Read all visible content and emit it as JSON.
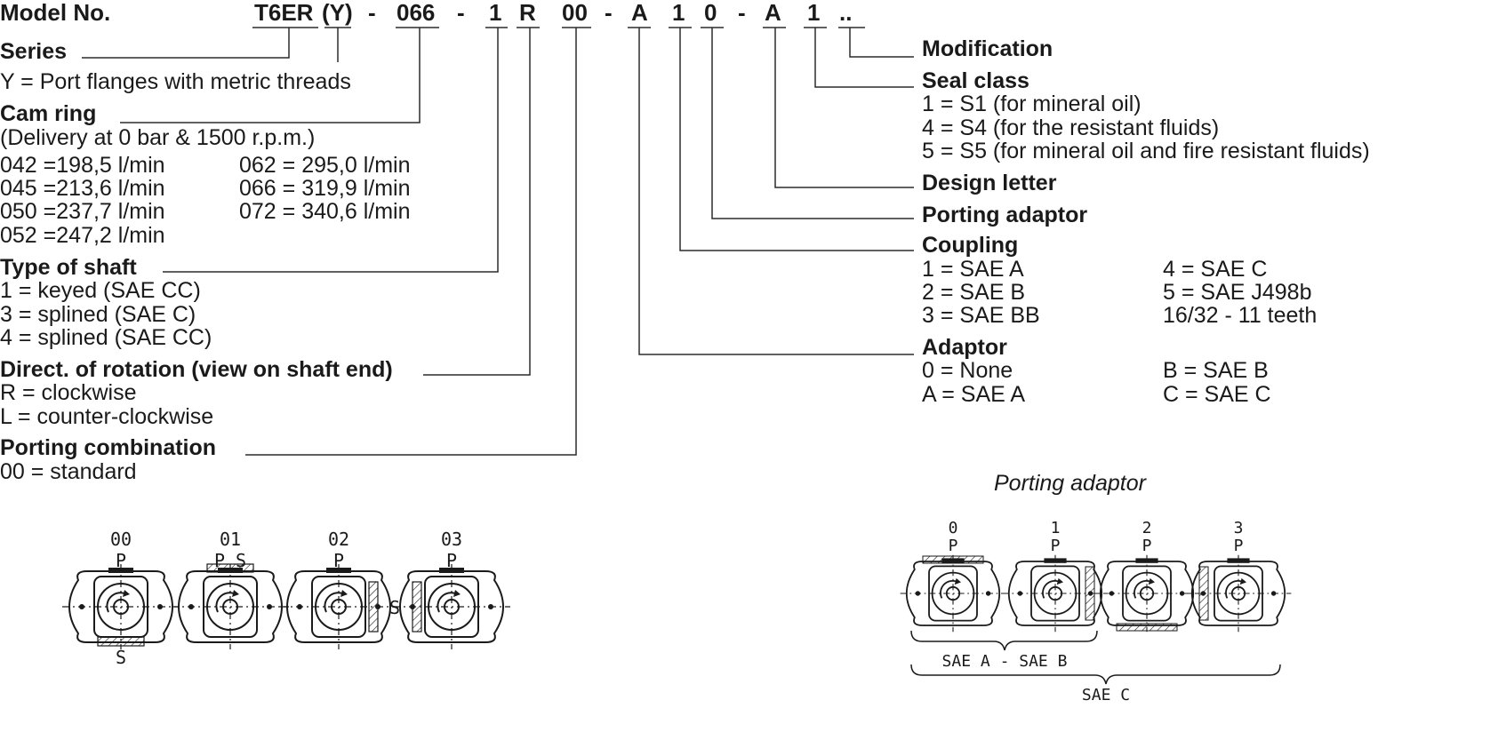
{
  "model": {
    "label": "Model No.",
    "parts": [
      "T6ER",
      "(Y)",
      "-",
      "066",
      "-",
      "1",
      "R",
      "00",
      "-",
      "A",
      "1",
      "0",
      "-",
      "A",
      "1",
      ".."
    ]
  },
  "left": {
    "series": {
      "title": "Series",
      "line1": "Y = Port flanges with metric threads"
    },
    "cam_ring": {
      "title": "Cam ring",
      "note": "(Delivery at 0 bar & 1500 r.p.m.)",
      "col1": [
        "042 =198,5 l/min",
        "045 =213,6 l/min",
        "050 =237,7 l/min",
        "052 =247,2 l/min"
      ],
      "col2": [
        "062 = 295,0 l/min",
        "066 = 319,9 l/min",
        "072 = 340,6 l/min"
      ]
    },
    "shaft": {
      "title": "Type of shaft",
      "items": [
        "1 = keyed (SAE CC)",
        "3 = splined (SAE C)",
        "4 = splined (SAE CC)"
      ]
    },
    "rotation": {
      "title": "Direct. of rotation (view on shaft end)",
      "items": [
        "R = clockwise",
        "L = counter-clockwise"
      ]
    },
    "porting": {
      "title": "Porting combination",
      "items": [
        "00 = standard"
      ]
    }
  },
  "right": {
    "modification": {
      "title": "Modification"
    },
    "seal": {
      "title": "Seal class",
      "items": [
        "1 = S1 (for mineral oil)",
        "4 = S4 (for the resistant fluids)",
        "5 = S5 (for mineral oil and fire resistant fluids)"
      ]
    },
    "design": {
      "title": "Design letter"
    },
    "porting_adaptor": {
      "title": "Porting adaptor"
    },
    "coupling": {
      "title": "Coupling",
      "col1": [
        "1 = SAE A",
        "2 = SAE B",
        "3 = SAE BB"
      ],
      "col2": [
        "4 = SAE C",
        "5 = SAE J498b",
        "16/32 - 11 teeth"
      ]
    },
    "adaptor": {
      "title": "Adaptor",
      "col1": [
        "0 = None",
        "A = SAE A"
      ],
      "col2": [
        "B = SAE B",
        "C = SAE C"
      ]
    }
  },
  "porting_combination_figure": {
    "items": [
      {
        "code": "00",
        "top": "P",
        "bottom": "S",
        "side": ""
      },
      {
        "code": "01",
        "top": "P S",
        "bottom": "",
        "side": ""
      },
      {
        "code": "02",
        "top": "P",
        "bottom": "",
        "side": ""
      },
      {
        "code": "03",
        "top": "P",
        "bottom": "",
        "side": "S"
      }
    ]
  },
  "porting_adaptor_figure": {
    "title": "Porting adaptor",
    "items": [
      {
        "code": "0",
        "top": "P"
      },
      {
        "code": "1",
        "top": "P"
      },
      {
        "code": "2",
        "top": "P"
      },
      {
        "code": "3",
        "top": "P"
      }
    ],
    "brace1": "SAE A - SAE B",
    "brace2": "SAE C"
  }
}
